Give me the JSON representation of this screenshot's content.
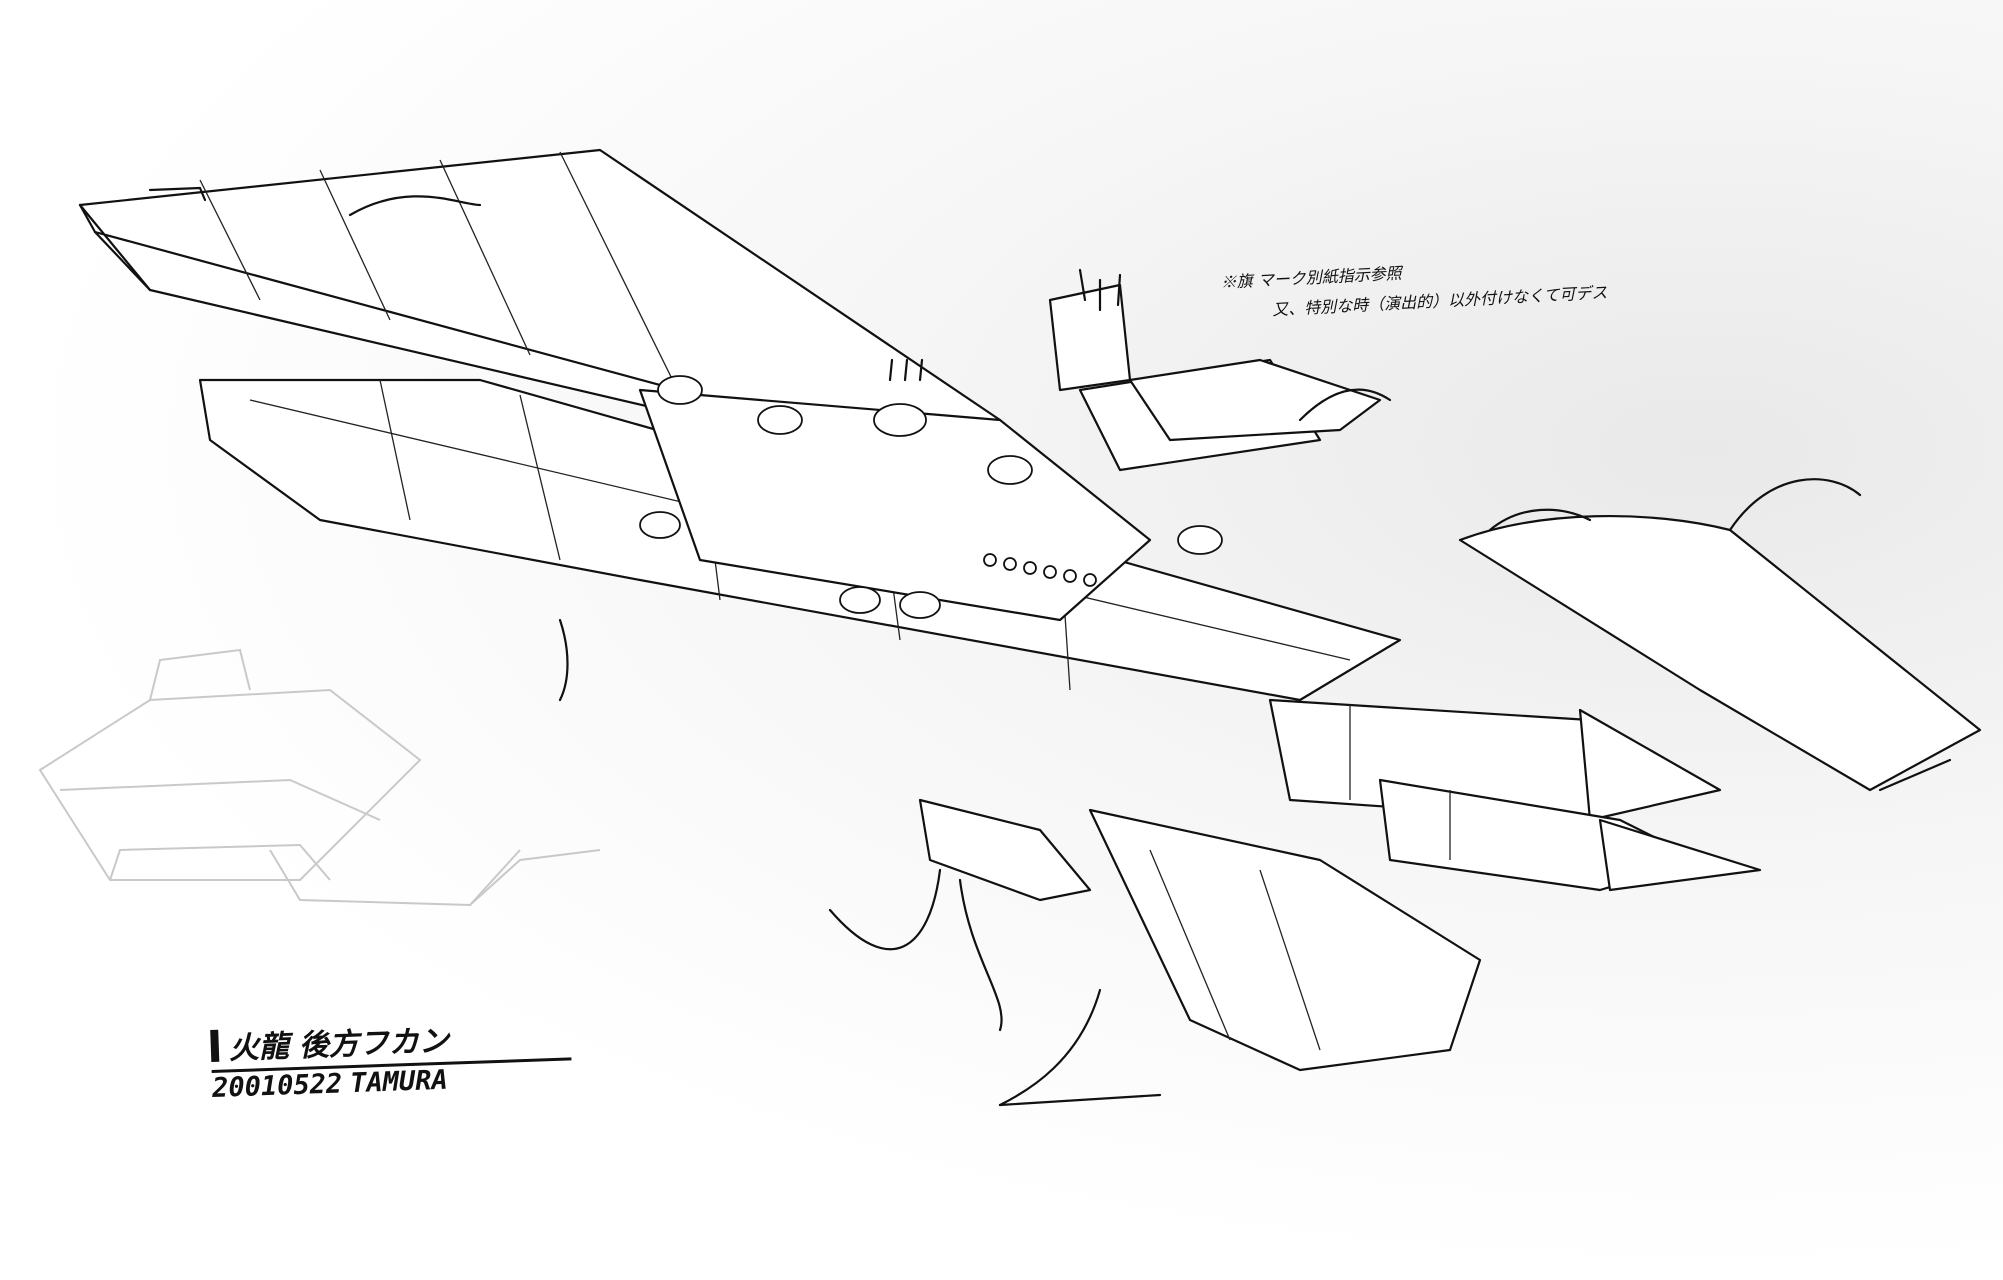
{
  "note": {
    "line1": "※旗 マーク別紙指示参照",
    "line2": "又、特別な時（演出的）以外付けなくて可デス"
  },
  "title_block": {
    "title": "火龍",
    "subtitle": "後方フカン",
    "date": "20010522",
    "artist": "TAMURA"
  }
}
